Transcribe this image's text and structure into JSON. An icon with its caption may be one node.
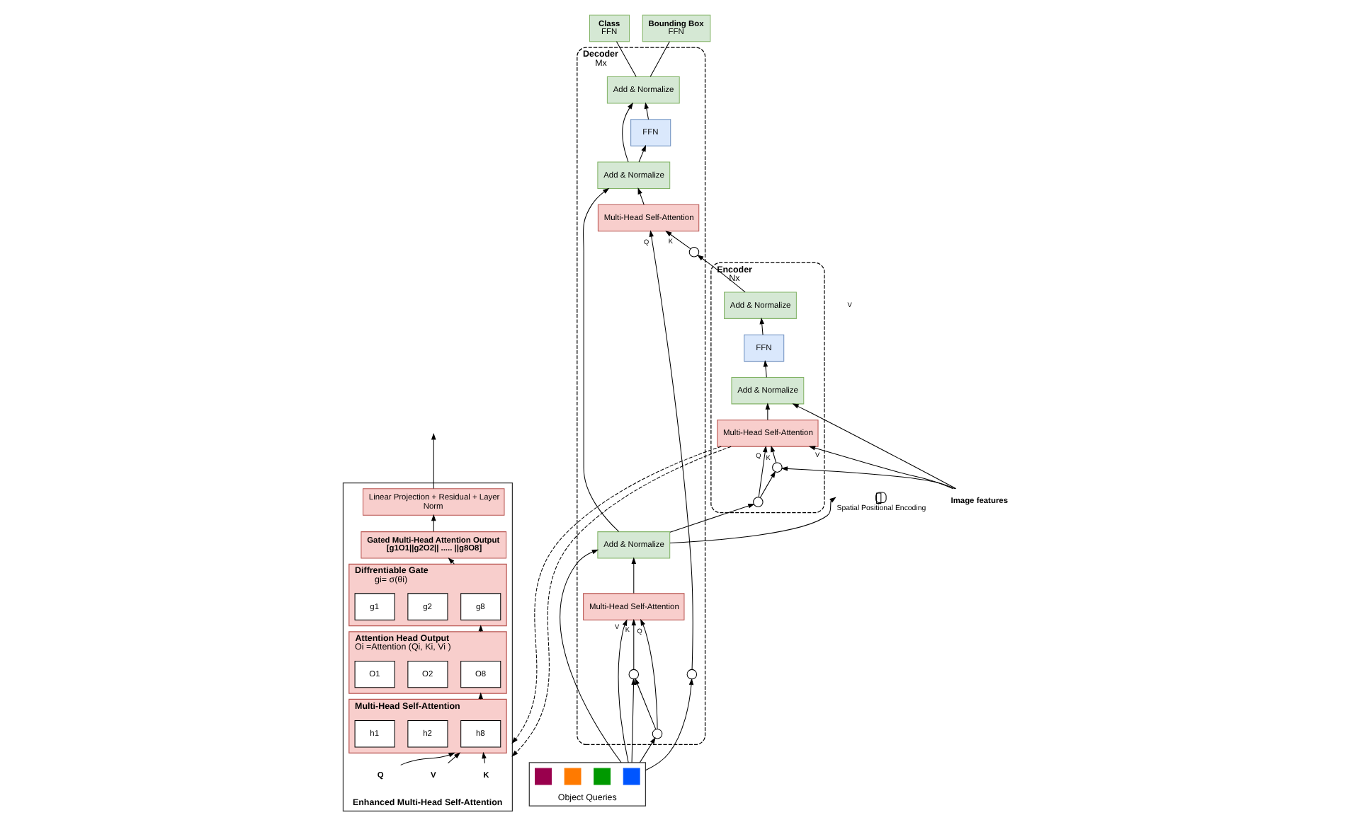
{
  "diagram": {
    "nodes": [
      {
        "text": [
          "Enhanced Multi-Head Self-Attention"
        ]
      },
      {
        "text": [
          "Linear Projection + Residual + Layer Norm"
        ],
        "in": 0
      },
      {
        "text": [
          "Gated Multi-Head Attention Output [g1O1||g2O2|| ..... ||g8O8]"
        ],
        "in": 0
      },
      {
        "text": [
          "Diffrentiable Gate",
          "gi= σ(θi)"
        ],
        "in": 0
      },
      {
        "text": [
          "g1"
        ],
        "in": 3
      },
      {
        "text": [
          "g2"
        ],
        "in": 3
      },
      {
        "text": [
          "g8"
        ],
        "in": 3
      },
      {
        "text": [
          "Attention Head Output",
          "Oi =Attention (Qi, Ki, Vi )"
        ],
        "in": 0
      },
      {
        "text": [
          "O1"
        ],
        "in": 7
      },
      {
        "text": [
          "O2"
        ],
        "in": 7
      },
      {
        "text": [
          "O8"
        ],
        "in": 7
      },
      {
        "text": [
          "Multi-Head Self-Attention"
        ],
        "in": 0
      },
      {
        "text": [
          "h1"
        ],
        "in": 11
      },
      {
        "text": [
          "h2"
        ],
        "in": 11
      },
      {
        "text": [
          "h8"
        ],
        "in": 11
      },
      {
        "text": [
          "Q"
        ],
        "in": 0
      },
      {
        "text": [
          "K"
        ],
        "in": 0
      },
      {
        "text": [
          "V"
        ],
        "in": 0
      },
      {
        "text": [
          "Encoder",
          "Nx"
        ]
      },
      {
        "text": [
          "Add & Normalize"
        ],
        "in": 18
      },
      {
        "text": [
          "FFN"
        ],
        "in": 18
      },
      {
        "text": [
          "Add & Normalize"
        ],
        "in": 18
      },
      {
        "text": [
          "Multi-Head Self-Attention"
        ],
        "in": 18
      },
      {
        "text": [],
        "shape": "circle",
        "in": 18
      },
      {
        "text": [],
        "shape": "circle",
        "in": 18
      },
      {
        "text": [
          "Image features"
        ]
      },
      {
        "text": [],
        "shape": "circle",
        "beside": [
          "Spatial Positional Encoding"
        ]
      },
      {
        "text": [
          "Class",
          "FFN"
        ]
      },
      {
        "text": [
          "Bounding Box",
          "FFN"
        ]
      },
      {
        "text": [
          "Decoder",
          "Mx"
        ]
      },
      {
        "text": [
          "Add & Normalize"
        ],
        "in": 29
      },
      {
        "text": [
          "FFN"
        ],
        "in": 29
      },
      {
        "text": [
          "Add & Normalize"
        ],
        "in": 29
      },
      {
        "text": [
          "Multi-Head Self-Attention"
        ],
        "in": 29
      },
      {
        "text": [],
        "shape": "circle",
        "in": 29
      },
      {
        "text": [],
        "shape": "circle",
        "in": 29
      },
      {
        "text": [
          "Add & Normalize"
        ],
        "in": 29
      },
      {
        "text": [
          "Multi-Head Self-Attention"
        ],
        "in": 29
      },
      {
        "text": [],
        "shape": "circle",
        "in": 29
      },
      {
        "text": [],
        "shape": "circle",
        "in": 29
      },
      {
        "text": [],
        "shape": "box",
        "beside": [
          "Object Queries"
        ]
      },
      {
        "text": [],
        "shape": "box",
        "in": 40
      },
      {
        "text": [],
        "shape": "box",
        "in": 40
      },
      {
        "text": [],
        "shape": "box",
        "in": 40
      },
      {
        "text": [],
        "shape": "box",
        "in": 40
      }
    ],
    "edges": [
      {
        "from": 15,
        "to": 11,
        "arrow": "to"
      },
      {
        "from": 16,
        "to": 11,
        "arrow": "to"
      },
      {
        "from": 17,
        "to": 11,
        "arrow": "to"
      },
      {
        "from": 11,
        "to": 7,
        "arrow": "to"
      },
      {
        "from": 7,
        "to": 3,
        "arrow": "to"
      },
      {
        "from": 3,
        "to": 2,
        "arrow": "to"
      },
      {
        "from": 2,
        "to": 1,
        "arrow": "to"
      },
      {
        "from": 1,
        "to": null,
        "arrow": "to"
      },
      {
        "from": 22,
        "to": 0,
        "arrow": "to",
        "style": "dashed"
      },
      {
        "from": 22,
        "to": 0,
        "arrow": "to",
        "style": "dashed"
      },
      {
        "from": 25,
        "to": 23,
        "arrow": "to"
      },
      {
        "from": 23,
        "to": 22,
        "arrow": "to",
        "label": "K"
      },
      {
        "from": 24,
        "to": 22,
        "arrow": "to",
        "label": "Q"
      },
      {
        "from": 25,
        "to": 22,
        "arrow": "to",
        "label": "V"
      },
      {
        "from": 25,
        "to": 21,
        "arrow": "to"
      },
      {
        "from": 22,
        "to": 21,
        "arrow": "to"
      },
      {
        "from": 21,
        "to": 20,
        "arrow": "to"
      },
      {
        "from": 20,
        "to": 19,
        "arrow": "to"
      },
      {
        "from": 24,
        "to": 23,
        "arrow": "to"
      },
      {
        "from": 36,
        "to": 24,
        "arrow": "to"
      },
      {
        "from": 36,
        "to": 26,
        "arrow": "to"
      },
      {
        "from": 19,
        "to": 34,
        "arrow": "to"
      },
      {
        "from": 40,
        "to": 38,
        "arrow": "to"
      },
      {
        "from": 38,
        "to": 37,
        "arrow": "to",
        "label": "K"
      },
      {
        "from": 39,
        "to": 37,
        "arrow": "to",
        "label": "Q"
      },
      {
        "from": 40,
        "to": 37,
        "arrow": "to",
        "label": "V"
      },
      {
        "from": 40,
        "to": 36,
        "arrow": "to"
      },
      {
        "from": 40,
        "to": 39,
        "arrow": "to"
      },
      {
        "from": 39,
        "to": 38,
        "arrow": "to"
      },
      {
        "from": 37,
        "to": 36,
        "arrow": "to"
      },
      {
        "from": 40,
        "to": 35,
        "arrow": "to"
      },
      {
        "from": 34,
        "to": 33,
        "arrow": "to",
        "label": "K"
      },
      {
        "from": 35,
        "to": 33,
        "arrow": "to",
        "label": "Q"
      },
      {
        "from": 36,
        "to": 32,
        "arrow": "to"
      },
      {
        "from": 33,
        "to": 32,
        "arrow": "to"
      },
      {
        "from": 32,
        "to": 31,
        "arrow": "to"
      },
      {
        "from": 31,
        "to": 30,
        "arrow": "to"
      },
      {
        "from": 32,
        "to": 30,
        "arrow": "to"
      },
      {
        "from": 30,
        "to": 27,
        "arrow": "none"
      },
      {
        "from": 30,
        "to": 28,
        "arrow": "none"
      }
    ],
    "labels": [
      "V"
    ]
  }
}
